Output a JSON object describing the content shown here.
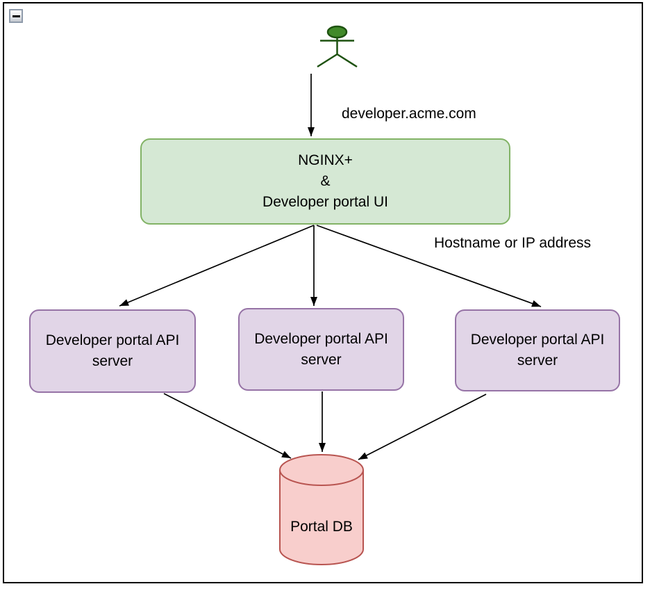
{
  "window": {
    "collapse_button": {
      "icon": "minus-icon"
    }
  },
  "diagram": {
    "actor": {
      "name": "User",
      "fill": "#418a29",
      "stroke": "#1e5210"
    },
    "edge_labels": {
      "domain": "developer.acme.com",
      "routing": "Hostname or IP address"
    },
    "nodes": {
      "gateway": {
        "line1": "NGINX+",
        "line2": "&",
        "line3": "Developer portal UI",
        "fill": "#d5e8d4",
        "stroke": "#82b366"
      },
      "api_servers": [
        {
          "label": "Developer portal API server"
        },
        {
          "label": "Developer portal API server"
        },
        {
          "label": "Developer portal API server"
        }
      ],
      "api_server_style": {
        "fill": "#e1d5e7",
        "stroke": "#9673a6"
      },
      "database": {
        "label": "Portal DB",
        "fill": "#f8cecc",
        "stroke": "#b85450"
      }
    },
    "edge_color": "#000000"
  }
}
